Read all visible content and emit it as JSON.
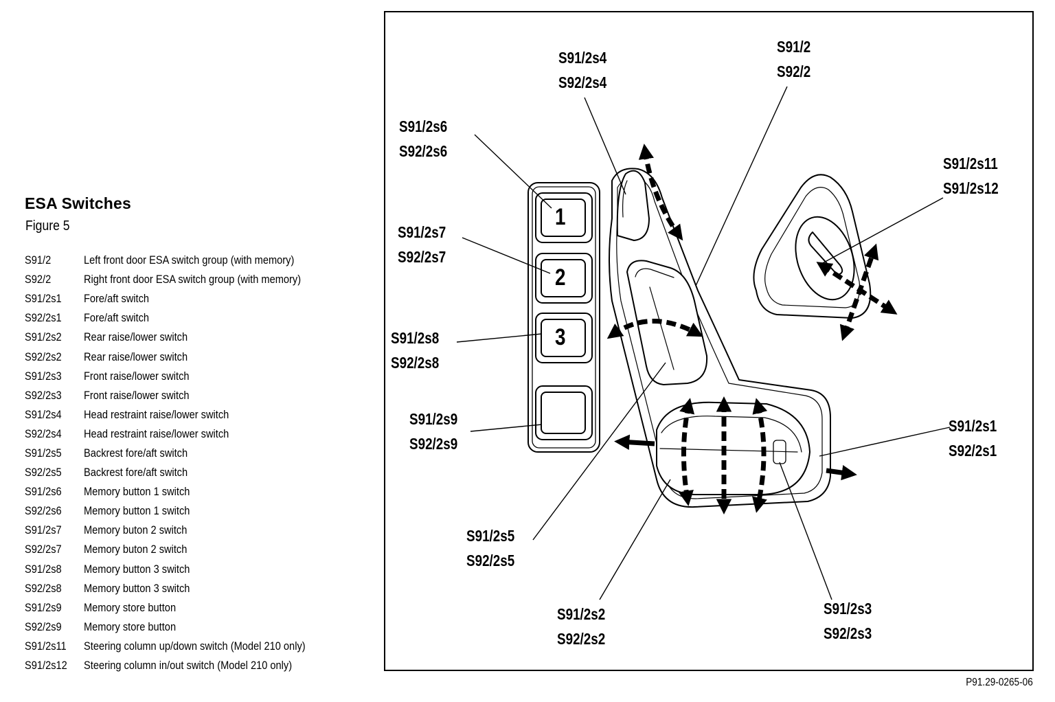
{
  "legend": {
    "title": "ESA Switches",
    "subtitle": "Figure 5",
    "entries": [
      {
        "code": "S91/2",
        "description": "Left front door ESA switch group (with memory)"
      },
      {
        "code": "S92/2",
        "description": "Right front door ESA switch group (with memory)"
      },
      {
        "code": "S91/2s1",
        "description": "Fore/aft switch"
      },
      {
        "code": "S92/2s1",
        "description": "Fore/aft switch"
      },
      {
        "code": "S91/2s2",
        "description": "Rear raise/lower switch"
      },
      {
        "code": "S92/2s2",
        "description": "Rear raise/lower switch"
      },
      {
        "code": "S91/2s3",
        "description": "Front raise/lower switch"
      },
      {
        "code": "S92/2s3",
        "description": "Front raise/lower switch"
      },
      {
        "code": "S91/2s4",
        "description": "Head restraint raise/lower switch"
      },
      {
        "code": "S92/2s4",
        "description": "Head restraint raise/lower switch"
      },
      {
        "code": "S91/2s5",
        "description": "Backrest fore/aft switch"
      },
      {
        "code": "S92/2s5",
        "description": "Backrest fore/aft switch"
      },
      {
        "code": "S91/2s6",
        "description": "Memory button 1 switch"
      },
      {
        "code": "S92/2s6",
        "description": "Memory button 1 switch"
      },
      {
        "code": "S91/2s7",
        "description": "Memory buton 2 switch"
      },
      {
        "code": "S92/2s7",
        "description": "Memory buton 2 switch"
      },
      {
        "code": "S91/2s8",
        "description": "Memory button 3 switch"
      },
      {
        "code": "S92/2s8",
        "description": "Memory button 3 switch"
      },
      {
        "code": "S91/2s9",
        "description": "Memory store button"
      },
      {
        "code": "S92/2s9",
        "description": "Memory store button"
      },
      {
        "code": "S91/2s11",
        "description": "Steering column up/down switch (Model 210 only)"
      },
      {
        "code": "S91/2s12",
        "description": "Steering column in/out switch (Model 210 only)"
      }
    ]
  },
  "figure": {
    "labels": {
      "s4": [
        "S91/2s4",
        "S92/2s4"
      ],
      "group": [
        "S91/2",
        "S92/2"
      ],
      "s6": [
        "S91/2s6",
        "S92/2s6"
      ],
      "s11": [
        "S91/2s11",
        "S91/2s12"
      ],
      "s7": [
        "S91/2s7",
        "S92/2s7"
      ],
      "s8": [
        "S91/2s8",
        "S92/2s8"
      ],
      "s9": [
        "S91/2s9",
        "S92/2s9"
      ],
      "s1": [
        "S91/2s1",
        "S92/2s1"
      ],
      "s5": [
        "S91/2s5",
        "S92/2s5"
      ],
      "s2": [
        "S91/2s2",
        "S92/2s2"
      ],
      "s3": [
        "S91/2s3",
        "S92/2s3"
      ]
    },
    "buttons": {
      "one": "1",
      "two": "2",
      "three": "3"
    },
    "code": "P91.29-0265-06"
  }
}
